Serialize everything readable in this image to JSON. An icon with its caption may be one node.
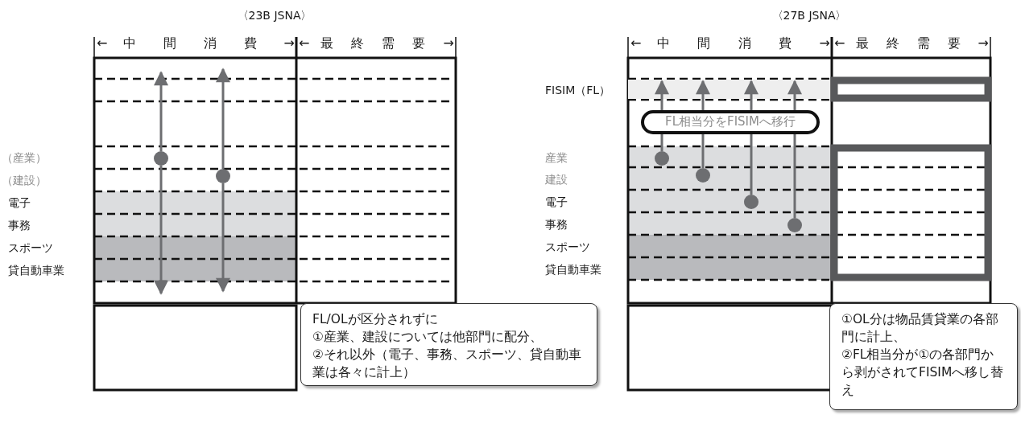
{
  "diagram": {
    "nodes": [
      {
        "text": [
          "FL/OLが区分されずに",
          "①産業、建設については他部門に配分、",
          "②それ以外（電子、事務、スポーツ、貸自動車業は各々に計上）"
        ]
      },
      {
        "text": [
          "FL相当分をFISIMへ移行"
        ]
      },
      {
        "text": [
          "①OL分は物品賃貸業の各部門に計上、",
          "②FL相当分が①の各部門から剥がされてFISIMへ移し替え"
        ]
      },
      {
        "text": [],
        "shape": "circle"
      },
      {
        "text": [],
        "shape": "circle"
      },
      {
        "text": [],
        "shape": "circle"
      },
      {
        "text": [],
        "shape": "circle"
      },
      {
        "text": [],
        "shape": "circle"
      },
      {
        "text": [],
        "shape": "circle"
      },
      {
        "text": [
          "FISIM（FL）"
        ]
      }
    ],
    "edges": [
      {
        "from": 3,
        "to": null,
        "arrow": "to"
      },
      {
        "from": 3,
        "to": null,
        "arrow": "to"
      },
      {
        "from": 4,
        "to": null,
        "arrow": "to"
      },
      {
        "from": 4,
        "to": null,
        "arrow": "to"
      },
      {
        "from": 5,
        "to": 1,
        "arrow": "none"
      },
      {
        "from": 6,
        "to": 1,
        "arrow": "none"
      },
      {
        "from": 7,
        "to": 1,
        "arrow": "none"
      },
      {
        "from": 8,
        "to": 1,
        "arrow": "none"
      },
      {
        "from": 1,
        "to": 9,
        "arrow": "to"
      },
      {
        "from": 1,
        "to": 9,
        "arrow": "to"
      },
      {
        "from": 1,
        "to": 9,
        "arrow": "to"
      },
      {
        "from": 1,
        "to": 9,
        "arrow": "to"
      }
    ],
    "labels": [
      "〈23B JSNA〉",
      "← 中 間 消 費 →",
      "← 最 終 需 要 →",
      "（産業）",
      "（建設）",
      "電子",
      "事務",
      "スポーツ",
      "貸自動車業",
      "〈27B JSNA〉",
      "← 中 間 消 費 →",
      "← 最 終 需 要 →",
      "産業",
      "建設",
      "電子",
      "事務",
      "スポーツ",
      "貸自動車業"
    ]
  }
}
